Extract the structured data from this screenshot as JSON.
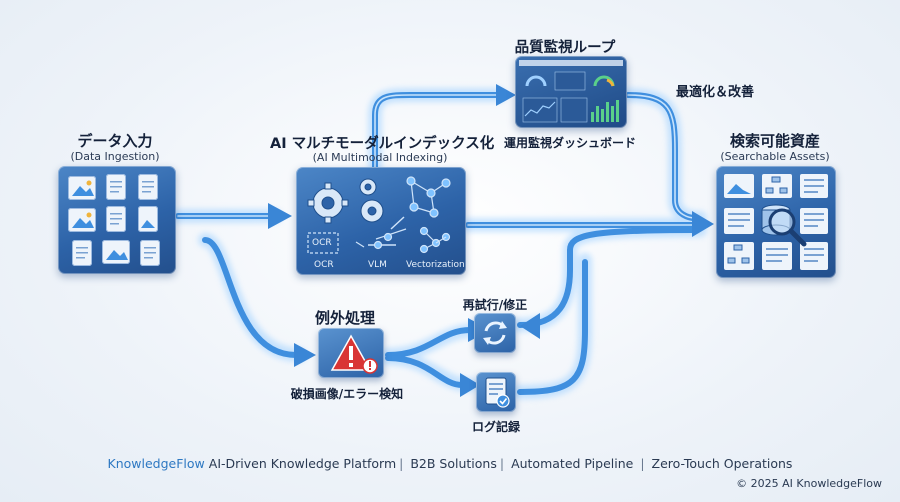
{
  "ingestion": {
    "title": "データ入力",
    "subtitle": "(Data Ingestion)"
  },
  "indexing": {
    "title": "AI マルチモーダルインデックス化",
    "subtitle": "(AI Multimodal Indexing)",
    "ocr_box_label": "OCR",
    "ocr_label": "OCR",
    "vlm_label": "VLM",
    "vector_label": "Vectorization"
  },
  "quality_loop": {
    "title": "品質監視ループ",
    "dashboard_label": "運用監視ダッシュボード",
    "optimize_label": "最適化＆改善"
  },
  "assets": {
    "title": "検索可能資産",
    "subtitle": "(Searchable Assets)"
  },
  "exception": {
    "title": "例外処理",
    "detect_label": "破損画像/エラー検知"
  },
  "retry": {
    "label": "再試行/修正"
  },
  "log": {
    "label": "ログ記録"
  },
  "footer": {
    "brand": "KnowledgeFlow",
    "item1": "AI-Driven Knowledge Platform",
    "item2": "B2B Solutions",
    "item3": "Automated Pipeline",
    "item4": "Zero-Touch Operations"
  },
  "copyright": "© 2025 AI KnowledgeFlow",
  "colors": {
    "flow": "#3f8fdf",
    "glow": "#9fd0ff",
    "panel": "#2d63a8",
    "alert": "#d93434"
  }
}
